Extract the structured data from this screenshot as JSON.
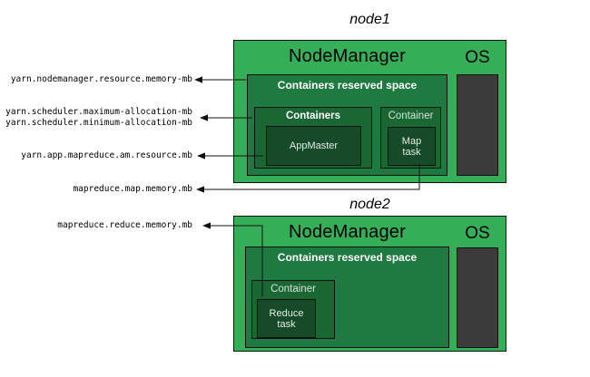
{
  "colors": {
    "bright_green": "#36ae57",
    "reserved_green": "#1e7a40",
    "container_green": "#1a6734",
    "task_green": "#174a29",
    "os_gray": "#3b3b3b",
    "line": "#111111"
  },
  "config_labels": {
    "nm_memory": "yarn.nodemanager.resource.memory-mb",
    "sched_max": "yarn.scheduler.maximum-allocation-mb",
    "sched_min": "yarn.scheduler.minimum-allocation-mb",
    "am_resource": "yarn.app.mapreduce.am.resource.mb",
    "map_memory": "mapreduce.map.memory.mb",
    "reduce_memory": "mapreduce.reduce.memory.mb"
  },
  "node1": {
    "title": "node1",
    "nodemanager": "NodeManager",
    "os": "OS",
    "reserved": "Containers reserved space",
    "containers": "Containers",
    "appmaster": "AppMaster",
    "container": "Container",
    "map_task": "Map\ntask"
  },
  "node2": {
    "title": "node2",
    "nodemanager": "NodeManager",
    "os": "OS",
    "reserved": "Containers reserved space",
    "container": "Container",
    "reduce_task": "Reduce\ntask"
  }
}
